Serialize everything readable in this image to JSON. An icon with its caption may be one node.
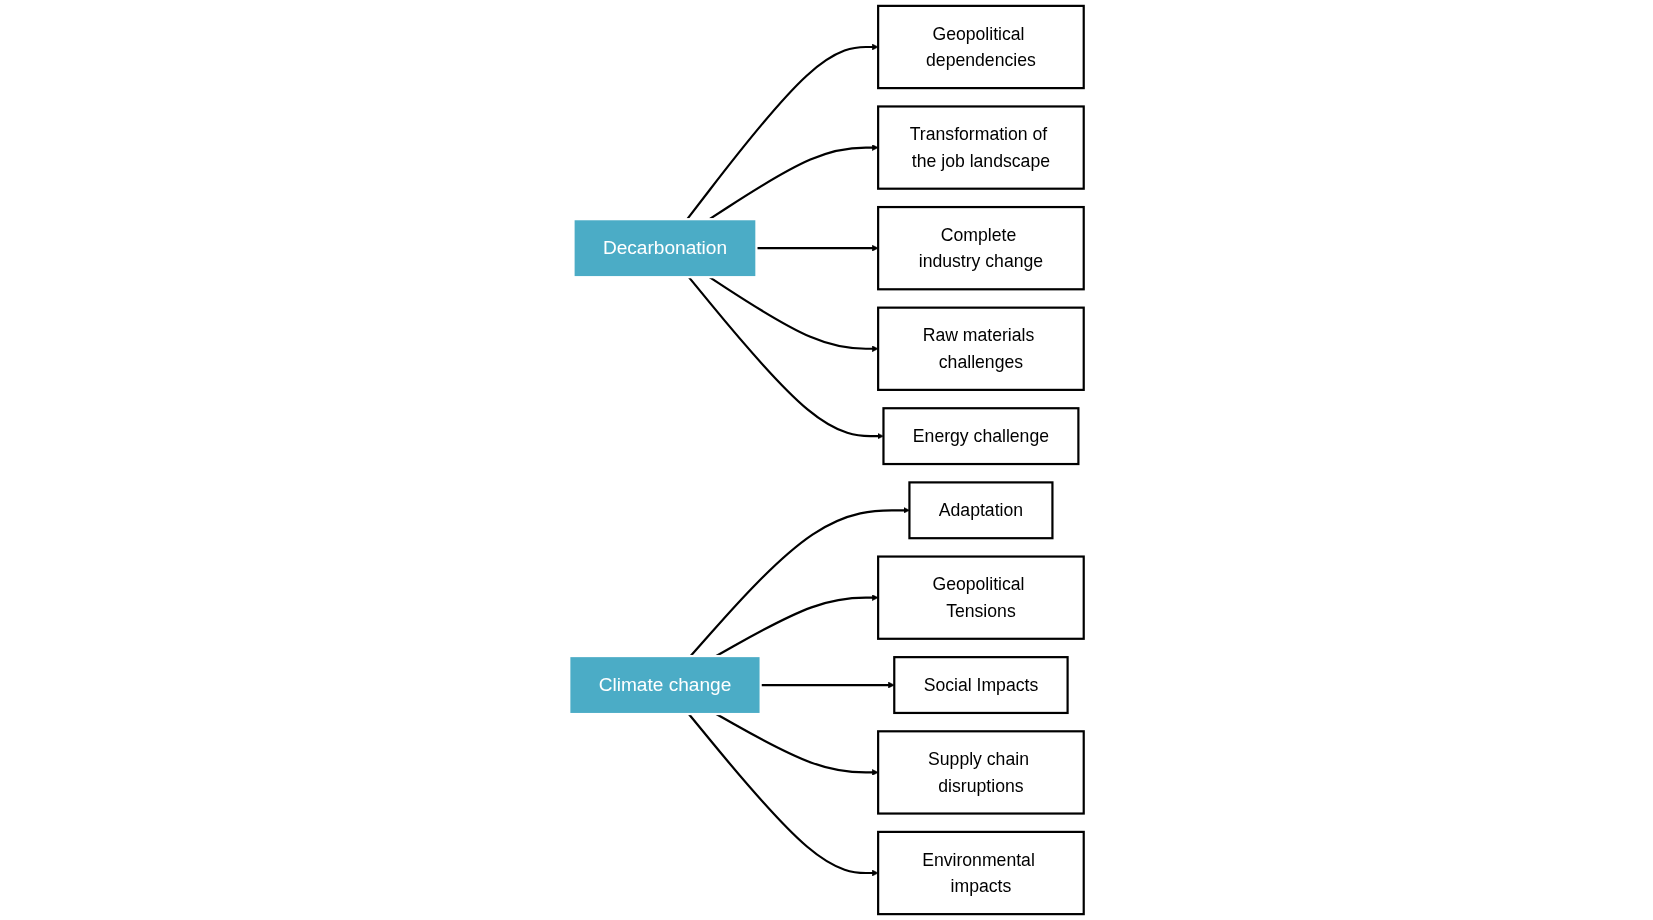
{
  "diagram": {
    "nodes": [
      {
        "text": [
          "Geopolitical dependencies"
        ]
      },
      {
        "text": [
          "Transformation of the job landscape"
        ]
      },
      {
        "text": [
          "Complete industry change"
        ]
      },
      {
        "text": [
          "Raw materials challenges"
        ]
      },
      {
        "text": [
          "Energy challenge"
        ]
      },
      {
        "text": [
          "Decarbonation"
        ]
      },
      {
        "text": [
          "Climate change"
        ]
      },
      {
        "text": [
          "Adaptation"
        ]
      },
      {
        "text": [
          "Geopolitical Tensions"
        ]
      },
      {
        "text": [
          "Social Impacts"
        ]
      },
      {
        "text": [
          "Supply chain disruptions"
        ]
      },
      {
        "text": [
          "Environmental impacts"
        ]
      }
    ],
    "edges": [
      {
        "from": 5,
        "to": 0,
        "arrow": "to"
      },
      {
        "from": 5,
        "to": 1,
        "arrow": "to"
      },
      {
        "from": 5,
        "to": 2,
        "arrow": "to"
      },
      {
        "from": 5,
        "to": 3,
        "arrow": "to"
      },
      {
        "from": 5,
        "to": 4,
        "arrow": "to"
      },
      {
        "from": 6,
        "to": 7,
        "arrow": "to"
      },
      {
        "from": 6,
        "to": 8,
        "arrow": "to"
      },
      {
        "from": 6,
        "to": 9,
        "arrow": "to"
      },
      {
        "from": 6,
        "to": 10,
        "arrow": "to"
      },
      {
        "from": 6,
        "to": 11,
        "arrow": "to"
      }
    ]
  }
}
